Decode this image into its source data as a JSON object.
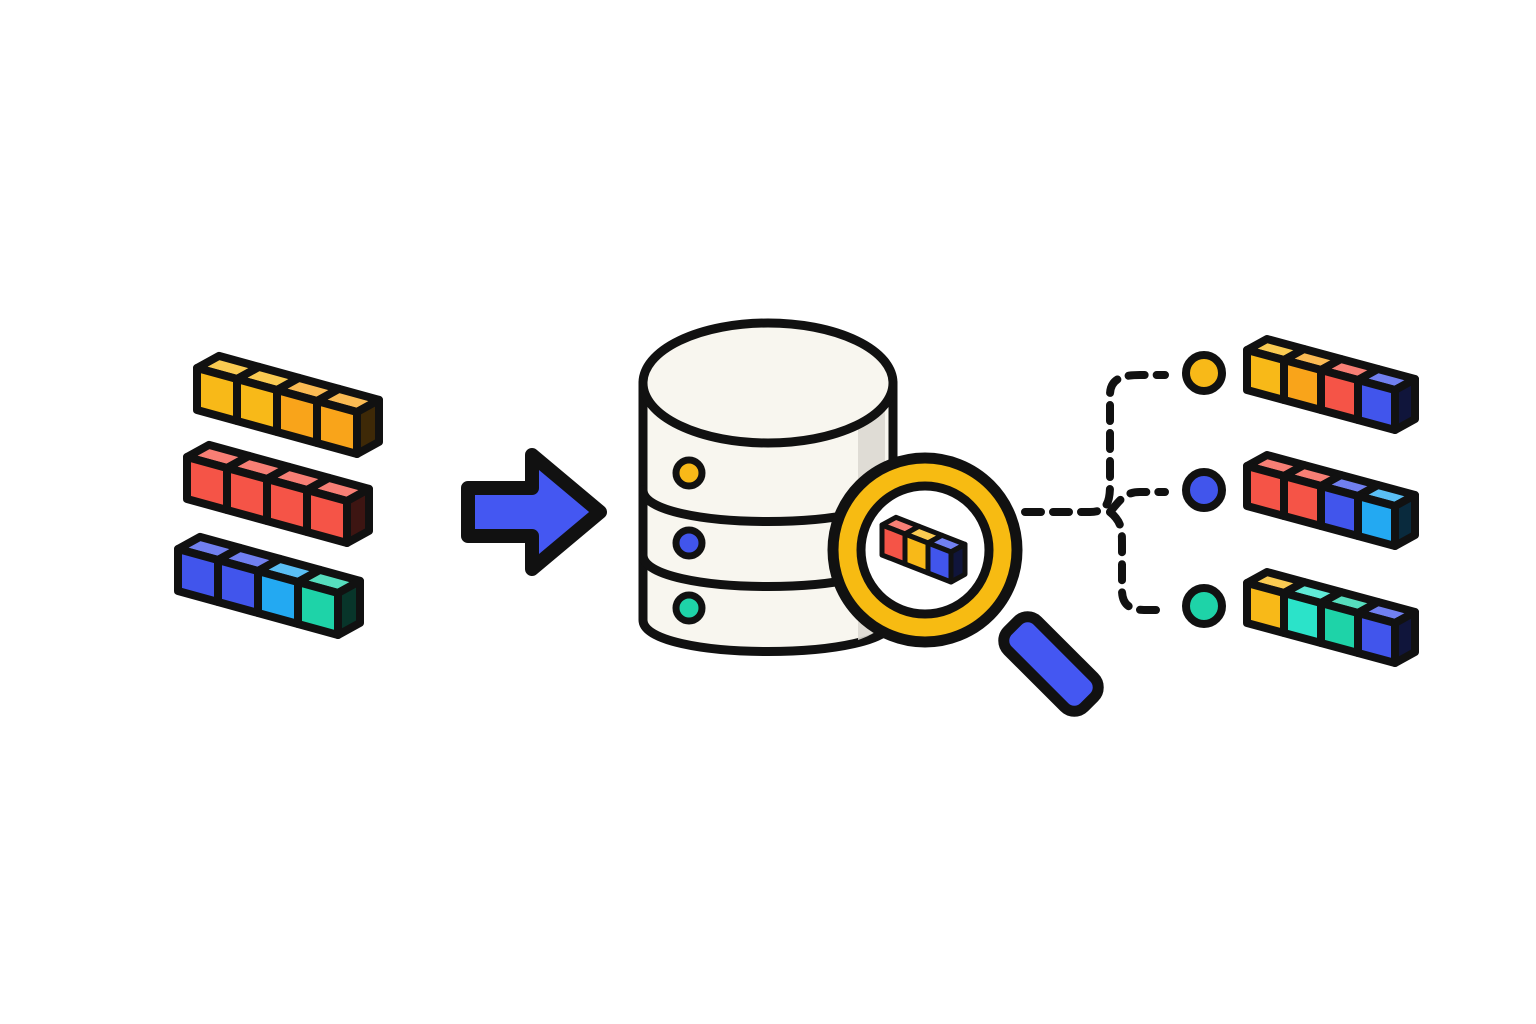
{
  "colors": {
    "background": "#ffffff",
    "outline": "#111111",
    "database_fill": "#f8f6ef",
    "database_shade": "#dcd9d2",
    "arrow": "#4457f2",
    "lens_ring": "#f7bb12",
    "lens_glass": "#ffffff",
    "magnifier_handle": "#4457f2"
  },
  "palette": {
    "yellow": "#f8b918",
    "orange": "#f9a41a",
    "red": "#f55447",
    "blue": "#4155ec",
    "sky": "#23a9f2",
    "teal": "#1ed3a8",
    "aqua": "#2be3c9"
  },
  "diagram": {
    "input_vectors": [
      {
        "name": "input-vector-1",
        "cells": [
          "yellow",
          "yellow",
          "orange",
          "orange"
        ]
      },
      {
        "name": "input-vector-2",
        "cells": [
          "red",
          "red",
          "red",
          "red"
        ]
      },
      {
        "name": "input-vector-3",
        "cells": [
          "blue",
          "blue",
          "sky",
          "teal"
        ]
      }
    ],
    "flow_arrow_icon": "right-arrow-icon",
    "database_icon": "database-icon",
    "database_indicators": [
      "yellow",
      "blue",
      "teal"
    ],
    "magnifier_icon": "magnifying-glass-icon",
    "query_vector": {
      "cells": [
        "red",
        "yellow",
        "blue"
      ]
    },
    "results": [
      {
        "name": "result-1",
        "dot": "yellow",
        "cells": [
          "yellow",
          "orange",
          "red",
          "blue"
        ]
      },
      {
        "name": "result-2",
        "dot": "blue",
        "cells": [
          "red",
          "red",
          "blue",
          "sky"
        ]
      },
      {
        "name": "result-3",
        "dot": "teal",
        "cells": [
          "yellow",
          "aqua",
          "teal",
          "blue"
        ]
      }
    ]
  }
}
